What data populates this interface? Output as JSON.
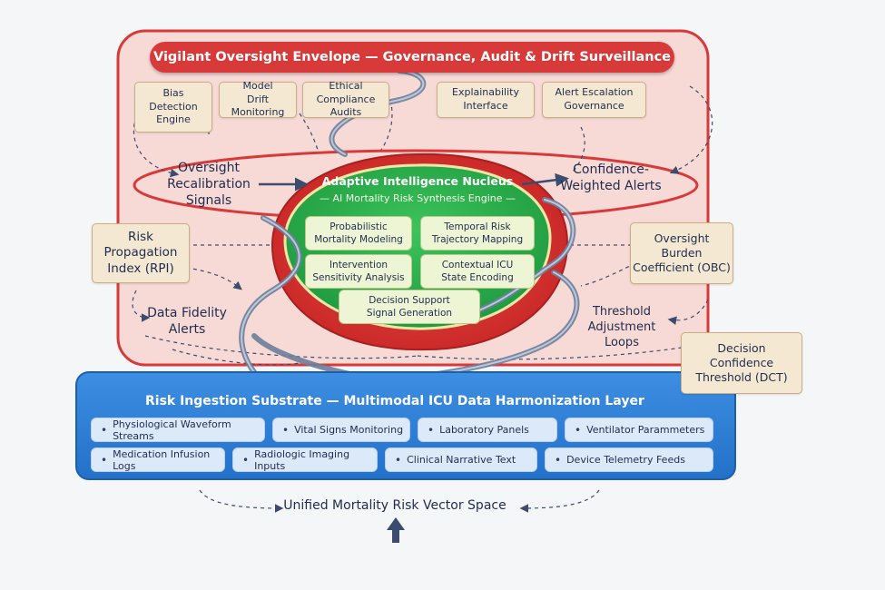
{
  "governance": {
    "title": "Vigilant Oversight Envelope — Governance, Audit & Drift Surveillance",
    "modules": [
      "Bias\nDetection\nEngine",
      "Model\nDrift Monitoring",
      "Ethical\nCompliance Audits",
      "Explainability\nInterface",
      "Alert Escalation\nGovernance"
    ],
    "signals": {
      "recalibration": "Oversight\nRecalibration\nSignals",
      "confidence_alerts": "Confidence-\nWeighted Alerts",
      "fidelity": "Data Fidelity\nAlerts",
      "threshold_loops": "Threshold\nAdjustment Loops"
    },
    "metrics": {
      "rpi": "Risk\nPropagation\nIndex (RPI)",
      "obc": "Oversight\nBurden\nCoefficient (OBC)",
      "dct": "Decision\nConfidence\nThreshold (DCT)"
    }
  },
  "nucleus": {
    "title": "Adaptive Intelligence Nucleus",
    "subtitle": "— AI Mortality Risk Synthesis Engine —",
    "modules": [
      "Probabilistic\nMortality Modeling",
      "Temporal Risk\nTrajectory Mapping",
      "Intervention\nSensitivity Analysis",
      "Contextual ICU\nState Encoding",
      "Decision Support\nSignal Generation"
    ]
  },
  "substrate": {
    "title": "Risk Ingestion Substrate — Multimodal ICU Data Harmonization Layer",
    "inputs": [
      "Physiological Waveform Streams",
      "Vital Signs Monitoring",
      "Laboratory Panels",
      "Ventilator Parammeters",
      "Medication Infusion Logs",
      "Radiologic Imaging Inputs",
      "Clinical Narrative Text",
      "Device Telemetry Feeds"
    ]
  },
  "output": {
    "label": "Unified Mortality Risk Vector Space"
  },
  "colors": {
    "envelope_red": "#d83a3a",
    "envelope_fill": "#f7d9d6",
    "nucleus_green": "#25a84a",
    "substrate_blue": "#2c7fd6",
    "module_tan": "#f5e8d2",
    "text_navy": "#1e2d4f"
  }
}
